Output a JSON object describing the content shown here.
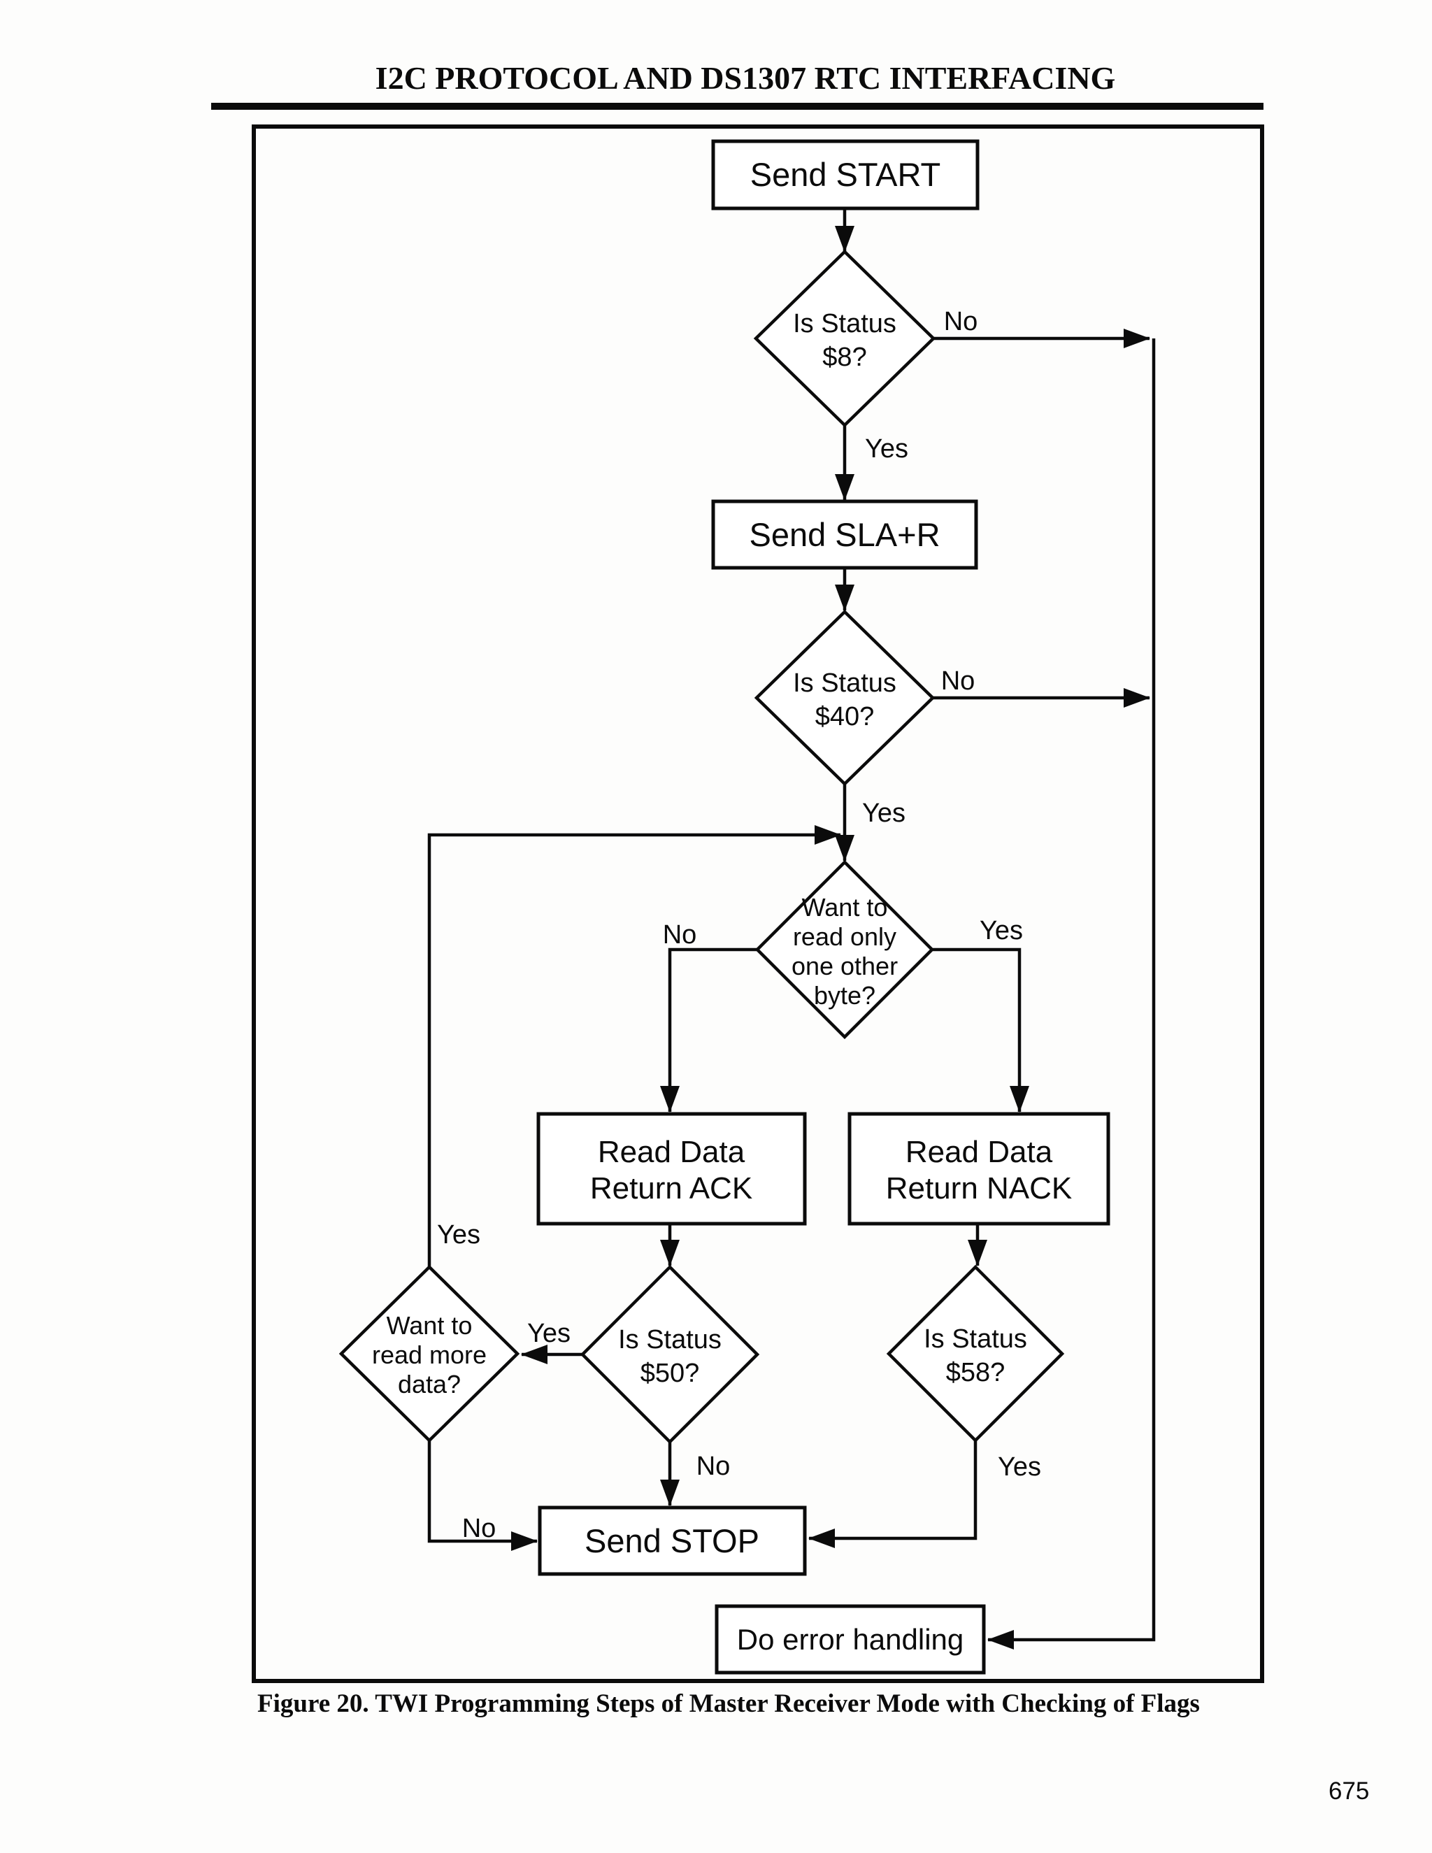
{
  "header": {
    "title": "I2C PROTOCOL AND DS1307 RTC INTERFACING"
  },
  "figure": {
    "caption": "Figure 20. TWI Programming Steps of Master Receiver Mode with Checking of Flags",
    "nodes": {
      "send_start": {
        "label": "Send START"
      },
      "is_status_8": {
        "line1": "Is Status",
        "line2": "$8?"
      },
      "send_sla_r": {
        "label": "Send SLA+R"
      },
      "is_status_40": {
        "line1": "Is Status",
        "line2": "$40?"
      },
      "want_one_byte": {
        "line1": "Want to",
        "line2": "read only",
        "line3": "one other",
        "line4": "byte?"
      },
      "read_ack": {
        "line1": "Read Data",
        "line2": "Return ACK"
      },
      "read_nack": {
        "line1": "Read Data",
        "line2": "Return NACK"
      },
      "want_more": {
        "line1": "Want to",
        "line2": "read more",
        "line3": "data?"
      },
      "is_status_50": {
        "line1": "Is Status",
        "line2": "$50?"
      },
      "is_status_58": {
        "line1": "Is Status",
        "line2": "$58?"
      },
      "send_stop": {
        "label": "Send STOP"
      },
      "do_error": {
        "label": "Do error handling"
      }
    },
    "edge_labels": {
      "d1_no": "No",
      "d1_yes": "Yes",
      "d2_no": "No",
      "d2_yes": "Yes",
      "d3_no": "No",
      "d3_yes": "Yes",
      "d4_loop_yes": "Yes",
      "d4_no": "No",
      "d5_yes": "Yes",
      "d5_no": "No",
      "d6_yes": "Yes"
    },
    "ink_color": "#0b0b0b",
    "paper_color": "#fdfdfc"
  },
  "footer": {
    "page_number": "675"
  }
}
